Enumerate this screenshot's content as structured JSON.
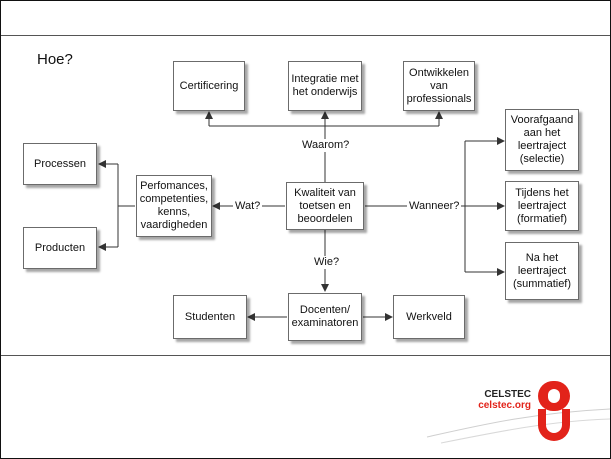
{
  "slide": {
    "heading": "Hoe?"
  },
  "diagram": {
    "center": "Kwaliteit van toetsen en beoordelen",
    "top": {
      "edge_label": "Waarom?",
      "nodes": [
        "Certificering",
        "Integratie met het onderwijs",
        "Ontwikkelen van professionals"
      ]
    },
    "left": {
      "edge_label": "Wat?",
      "node": "Perfomances, competenties, kenns, vaardigheden",
      "outcomes": [
        "Processen",
        "Producten"
      ]
    },
    "right": {
      "edge_label": "Wanneer?",
      "nodes": [
        "Voorafgaand aan het leertraject (selectie)",
        "Tijdens het leertraject (formatief)",
        "Na het leertraject (summatief)"
      ]
    },
    "bottom": {
      "edge_label": "Wie?",
      "node": "Docenten/ examinatoren",
      "left_node": "Studenten",
      "right_node": "Werkveld"
    }
  },
  "logo": {
    "name": "CELSTEC",
    "url": "celstec.org",
    "accent_color": "#e2231a"
  }
}
